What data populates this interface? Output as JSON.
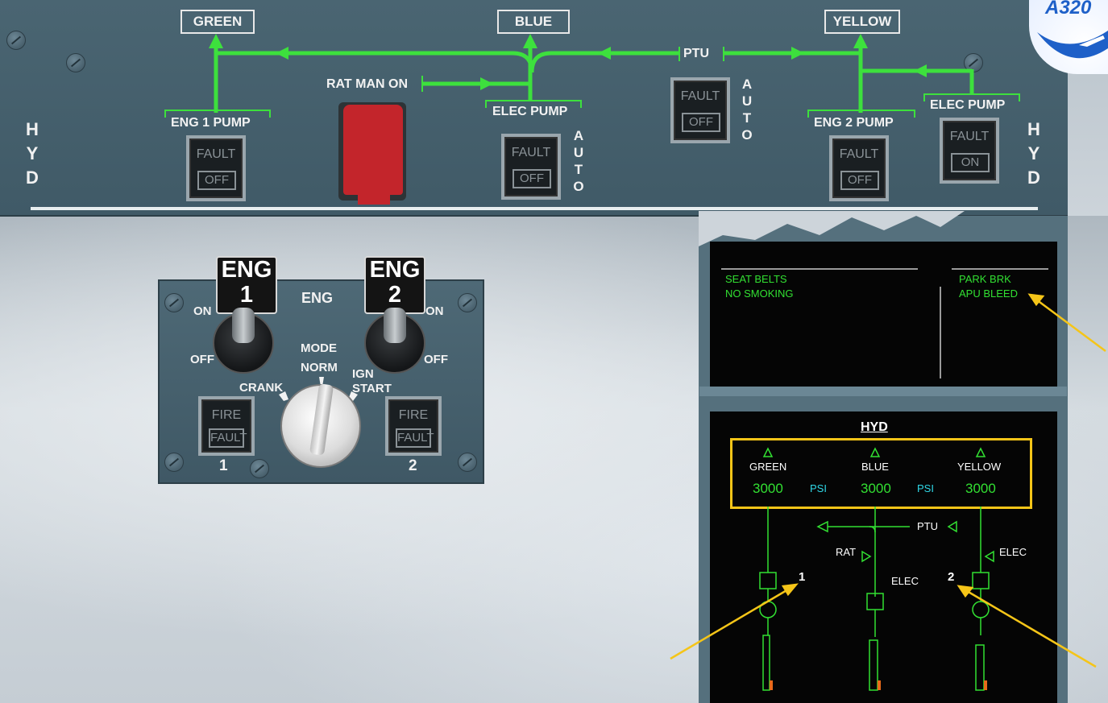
{
  "logo": {
    "text": "A320"
  },
  "hyd_panel": {
    "side_letters_left": [
      "H",
      "Y",
      "D"
    ],
    "side_letters_right": [
      "H",
      "Y",
      "D"
    ],
    "systems": {
      "green": "GREEN",
      "blue": "BLUE",
      "yellow": "YELLOW"
    },
    "rat_label": "RAT MAN ON",
    "ptu_label": "PTU",
    "ptu_auto": [
      "A",
      "U",
      "T",
      "O"
    ],
    "blue_auto": [
      "A",
      "U",
      "T",
      "O"
    ],
    "eng1_pump": {
      "label": "ENG  1 PUMP",
      "top": "FAULT",
      "bottom": "OFF"
    },
    "blue_elec_pump": {
      "label": "ELEC PUMP",
      "top": "FAULT",
      "bottom": "OFF"
    },
    "ptu_pb": {
      "top": "FAULT",
      "bottom": "OFF"
    },
    "eng2_pump": {
      "label": "ENG  2 PUMP",
      "top": "FAULT",
      "bottom": "OFF"
    },
    "yellow_elec_pump": {
      "label": "ELEC PUMP",
      "top": "FAULT",
      "bottom": "ON"
    }
  },
  "eng_panel": {
    "eng1_flag": [
      "ENG",
      "1"
    ],
    "eng2_flag": [
      "ENG",
      "2"
    ],
    "title": "ENG",
    "on_left": "ON",
    "on_right": "ON",
    "off_left": "OFF",
    "off_right": "OFF",
    "mode": "MODE",
    "norm": "NORM",
    "crank": "CRANK",
    "ign_start": [
      "IGN",
      "START"
    ],
    "fire1": {
      "top": "FIRE",
      "bottom": "FAULT",
      "number": "1"
    },
    "fire2": {
      "top": "FIRE",
      "bottom": "FAULT",
      "number": "2"
    }
  },
  "ecam_memo": {
    "left": [
      "SEAT BELTS",
      "NO SMOKING"
    ],
    "right": [
      "PARK BRK",
      "APU BLEED"
    ]
  },
  "ecam_hyd": {
    "title": "HYD",
    "green": {
      "name": "GREEN",
      "psi": "3000"
    },
    "blue": {
      "name": "BLUE",
      "psi": "3000"
    },
    "yellow": {
      "name": "YELLOW",
      "psi": "3000"
    },
    "psi_unit": "PSI",
    "ptu": "PTU",
    "rat": "RAT",
    "elec_blue": "ELEC",
    "elec_yellow": "ELEC",
    "eng1": "1",
    "eng2": "2"
  },
  "colors": {
    "ecam_green": "#32e032",
    "ecam_cyan": "#2fd7e6",
    "line_green": "#3de03d",
    "highlight": "#f5c518"
  }
}
